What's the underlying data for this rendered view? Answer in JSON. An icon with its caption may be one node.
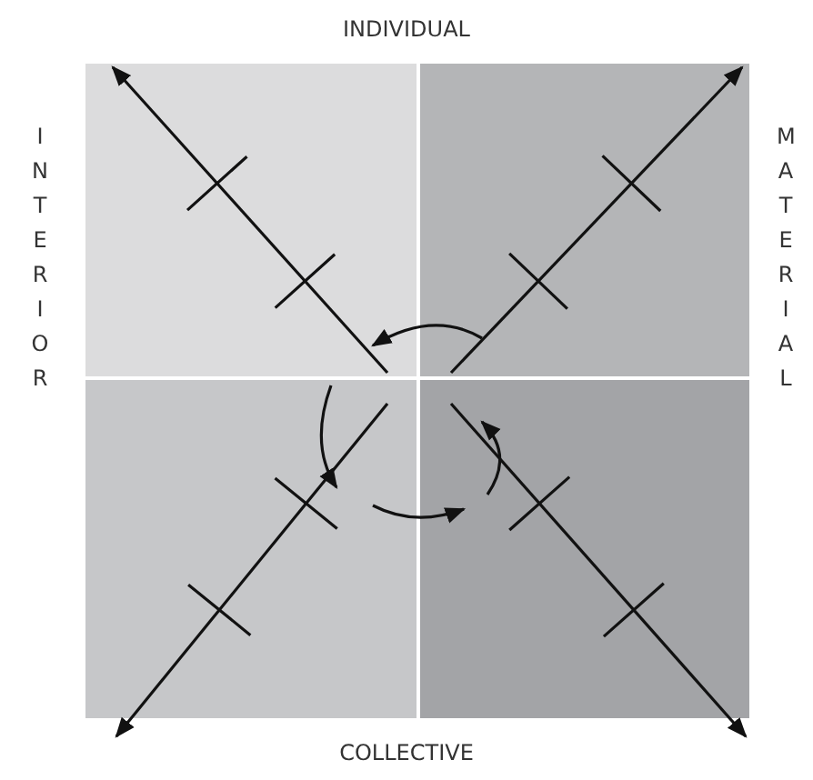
{
  "diagram": {
    "nodes": [
      {
        "text": [],
        "shape": "box"
      },
      {
        "text": [],
        "shape": "box"
      },
      {
        "text": [],
        "shape": "box"
      },
      {
        "text": [],
        "shape": "box"
      }
    ],
    "edges": [
      {
        "from": 1,
        "to": 0,
        "arrow": "to"
      },
      {
        "from": 0,
        "to": 2,
        "arrow": "to"
      },
      {
        "from": 2,
        "to": 3,
        "arrow": "to"
      },
      {
        "from": 3,
        "to": 1,
        "arrow": "to"
      }
    ],
    "labels": [
      "INDIVIDUAL",
      "INTERIOR",
      "MATERIAL",
      "COLLECTIVE"
    ]
  }
}
